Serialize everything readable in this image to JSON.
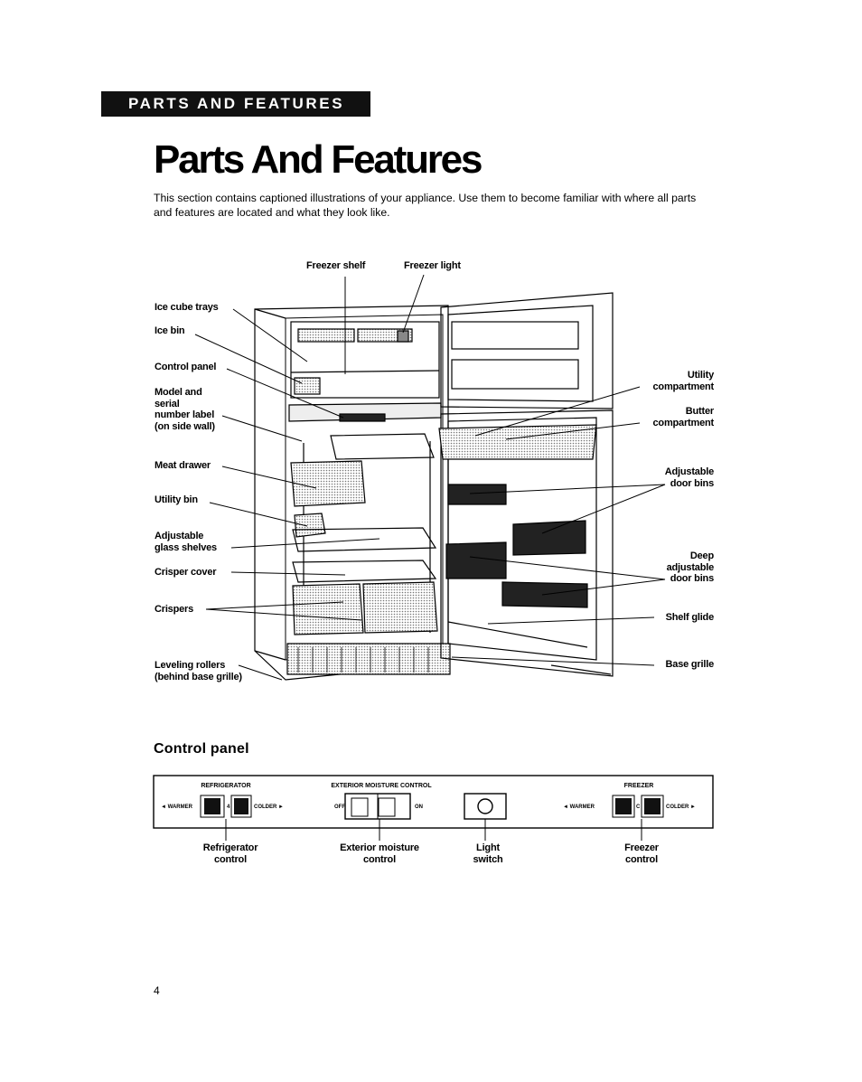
{
  "banner": "PARTS AND FEATURES",
  "title": "Parts And Features",
  "intro": "This section contains captioned illustrations of your appliance. Use them to become familiar with where all parts and features are located and what they look like.",
  "labels": {
    "freezer_shelf": "Freezer shelf",
    "freezer_light": "Freezer light",
    "ice_cube_trays": "Ice cube trays",
    "ice_bin": "Ice bin",
    "control_panel": "Control panel",
    "model_serial": "Model and\nserial\nnumber label\n(on side wall)",
    "meat_drawer": "Meat drawer",
    "utility_bin": "Utility bin",
    "adjustable_glass_shelves": "Adjustable\nglass shelves",
    "crisper_cover": "Crisper cover",
    "crispers": "Crispers",
    "leveling_rollers": "Leveling rollers\n(behind base grille)",
    "utility_compartment": "Utility\ncompartment",
    "butter_compartment": "Butter\ncompartment",
    "adjustable_door_bins": "Adjustable\ndoor bins",
    "deep_adjustable_door_bins": "Deep\nadjustable\ndoor bins",
    "shelf_glide": "Shelf glide",
    "base_grille": "Base grille"
  },
  "control_panel": {
    "heading": "Control panel",
    "panel_refrigerator": "REFRIGERATOR",
    "panel_moisture": "EXTERIOR MOISTURE CONTROL",
    "panel_freezer": "FREEZER",
    "warmer": "◄ WARMER",
    "colder": "COLDER ►",
    "off": "OFF",
    "on": "ON",
    "fridge_setting": "4",
    "freezer_setting": "C",
    "cap_refrigerator": "Refrigerator\ncontrol",
    "cap_moisture": "Exterior moisture\ncontrol",
    "cap_light": "Light\nswitch",
    "cap_freezer": "Freezer\ncontrol"
  },
  "page_number": "4"
}
